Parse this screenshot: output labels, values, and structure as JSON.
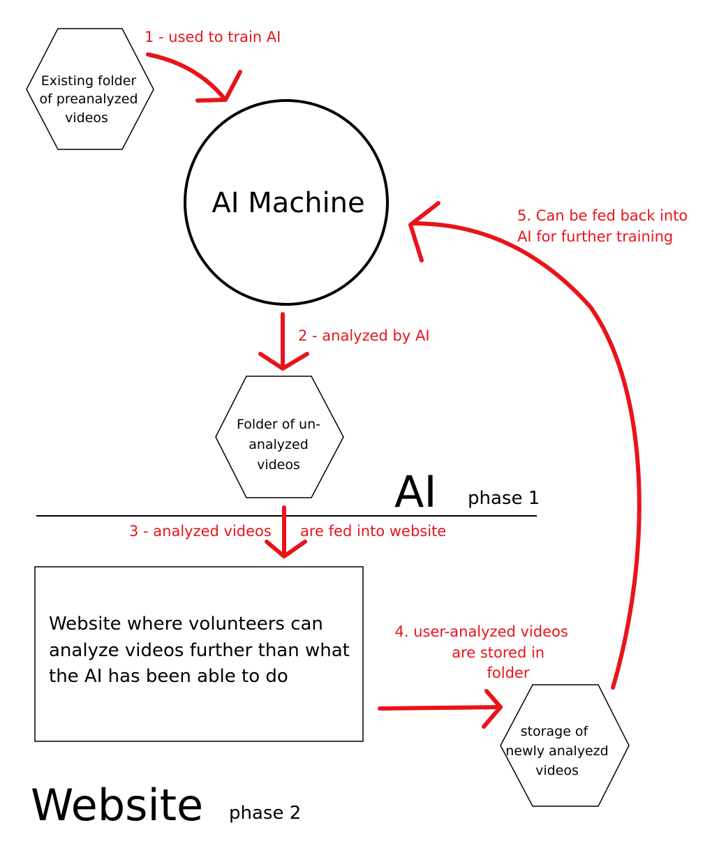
{
  "colors": {
    "accent": "#e8141b",
    "ink": "#000000",
    "background": "#ffffff"
  },
  "nodes": {
    "existing_folder": [
      "Existing folder",
      "of preanalyzed",
      "videos"
    ],
    "ai_machine": "AI Machine",
    "unanalyzed_folder": [
      "Folder of un-",
      "analyzed",
      "videos"
    ],
    "website_box": [
      "Website where volunteers can",
      "analyze videos further than what",
      "the AI has been able to do"
    ],
    "storage": [
      "storage of",
      "newly analyezd",
      "videos"
    ]
  },
  "phases": {
    "ai": {
      "title": "AI",
      "subtitle": "phase 1"
    },
    "website": {
      "title": "Website",
      "subtitle": "phase 2"
    }
  },
  "steps": {
    "step1": "1 - used to train AI",
    "step2": "2 - analyzed by AI",
    "step3_left": "3 - analyzed videos",
    "step3_right": "are fed into website",
    "step4": [
      "4. user-analyzed videos",
      "are stored in",
      "folder"
    ],
    "step5": [
      "5. Can be fed back into",
      "AI for further training"
    ]
  }
}
